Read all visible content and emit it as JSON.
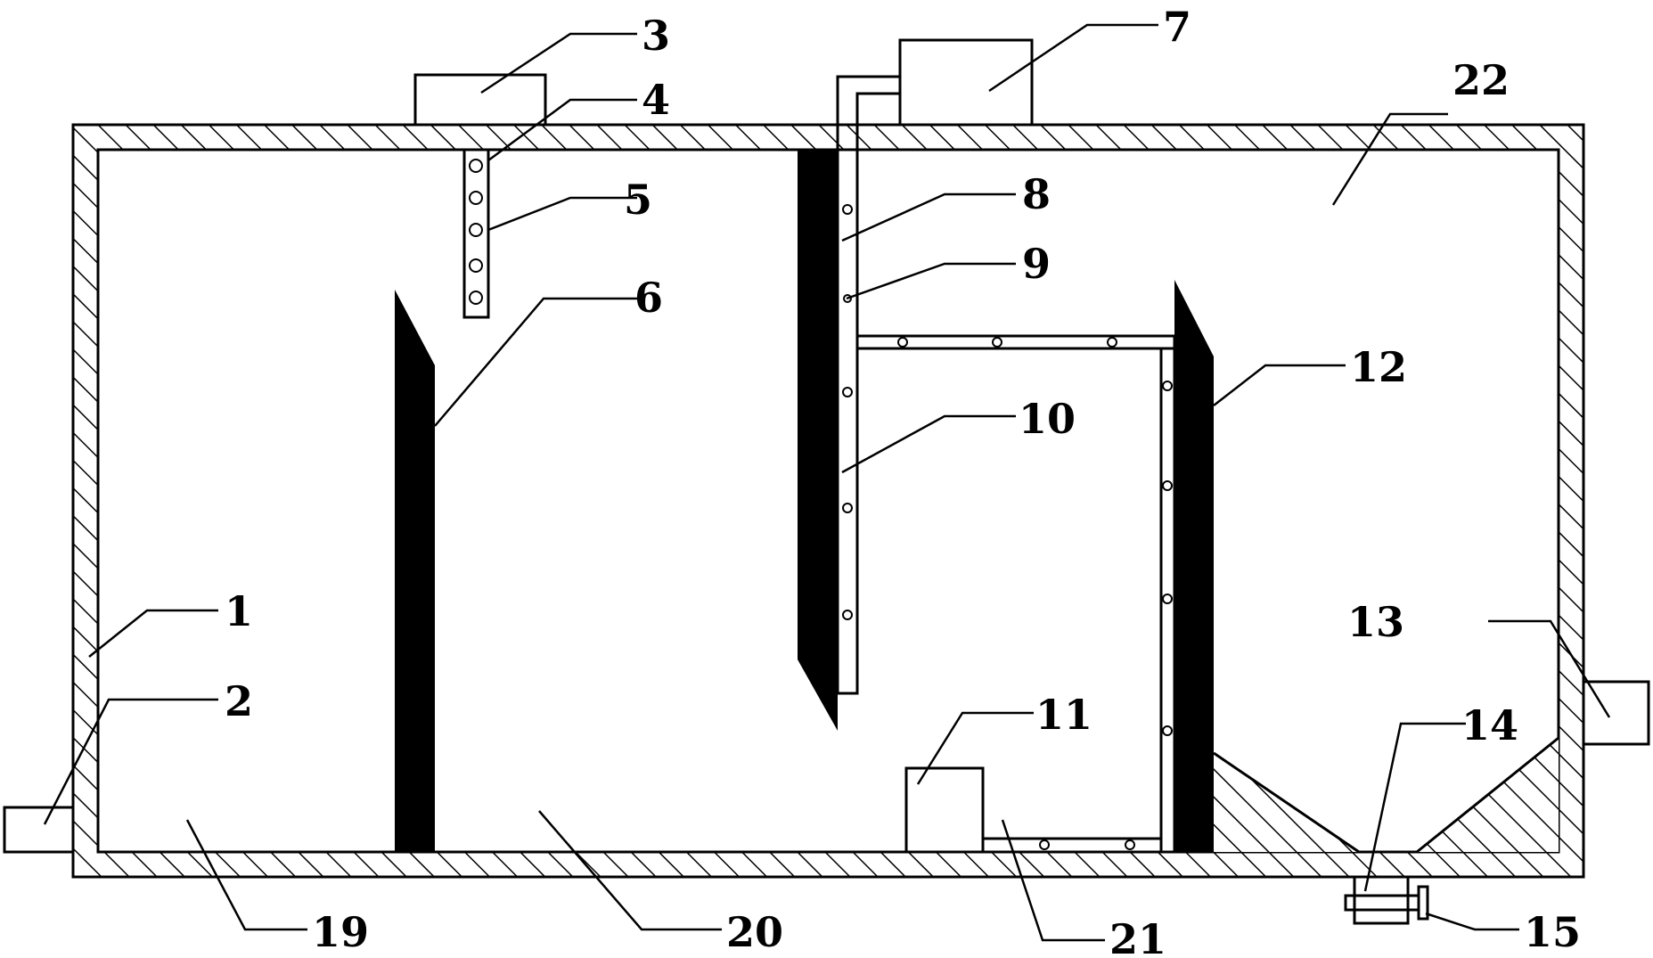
{
  "diagram": {
    "labels": {
      "l1": "1",
      "l2": "2",
      "l3": "3",
      "l4": "4",
      "l5": "5",
      "l6": "6",
      "l7": "7",
      "l8": "8",
      "l9": "9",
      "l10": "10",
      "l11": "11",
      "l12": "12",
      "l13": "13",
      "l14": "14",
      "l15": "15",
      "l19": "19",
      "l20": "20",
      "l21": "21",
      "l22": "22"
    },
    "colors": {
      "line": "#000000",
      "baffle_fill": "#000000",
      "background": "#ffffff"
    }
  }
}
